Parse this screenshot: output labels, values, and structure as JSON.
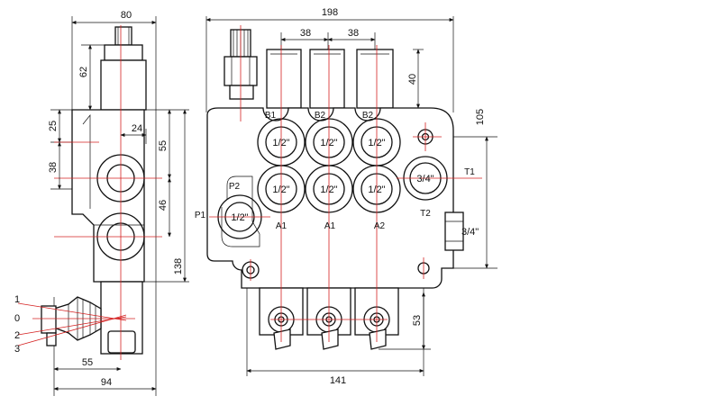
{
  "side_view": {
    "dimensions": {
      "width_top": "80",
      "stem_height": "62",
      "port_offset": "25",
      "port_spacing": "38",
      "port_depth": "24",
      "upper_pitch": "55",
      "lower_pitch": "46",
      "height_total": "138",
      "lever_offset": "55",
      "width_bottom": "94"
    },
    "lever_positions": [
      "1",
      "0",
      "2",
      "3"
    ]
  },
  "front_view": {
    "dimensions": {
      "width_total": "198",
      "section_pitch_1": "38",
      "section_pitch_2": "38",
      "cap_height": "40",
      "tank_port_height": "105",
      "spool_height": "53",
      "body_width": "141"
    },
    "port_labels": {
      "b1": "B1",
      "b2_a": "B2",
      "b2_b": "B2",
      "p2": "P2",
      "p1": "P1",
      "a1_a": "A1",
      "a1_b": "A1",
      "a2": "A2",
      "t1": "T1",
      "t2": "T2"
    },
    "port_sizes": {
      "b1": "1/2\"",
      "b2_a": "1/2\"",
      "b2_b": "1/2\"",
      "a1_a": "1/2\"",
      "a1_b": "1/2\"",
      "a2": "1/2\"",
      "p": "1/2\"",
      "t_front": "3/4\"",
      "t_side": "3/4\""
    }
  }
}
